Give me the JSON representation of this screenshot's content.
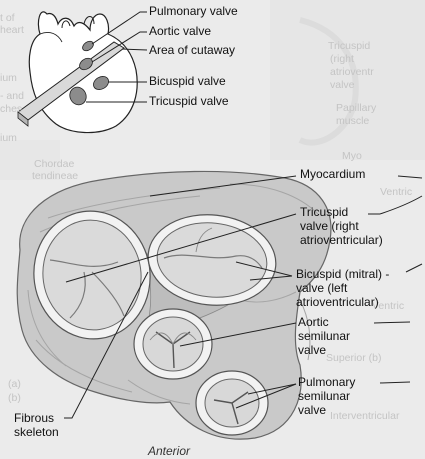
{
  "inset_labels": {
    "pulmonary_valve": "Pulmonary valve",
    "aortic_valve": "Aortic valve",
    "area_of_cutaway": "Area of cutaway",
    "bicuspid_valve": "Bicuspid valve",
    "tricuspid_valve": "Tricuspid valve"
  },
  "main_labels": {
    "myocardium": "Myocardium",
    "tricuspid": [
      "Tricuspid",
      "valve (right",
      "atrioventricular)"
    ],
    "bicuspid": [
      "Bicuspid (mitral) -",
      "valve (left",
      "atrioventricular)"
    ],
    "aortic": [
      "Aortic",
      "semilunar",
      "valve"
    ],
    "pulmonary": [
      "Pulmonary",
      "semilunar",
      "valve"
    ],
    "fibrous": [
      "Fibrous",
      "skeleton"
    ]
  },
  "caption": "Anterior",
  "background_text": {
    "left_lines": [
      "t of",
      "heart",
      "ium",
      "- and",
      "ches",
      "ium",
      "Chordae",
      "tendineae",
      "(a)",
      "(b)"
    ],
    "right_lines": [
      "Tricuspid",
      "(right",
      "atrioventr",
      "valve",
      "Papillary",
      "muscle",
      "Myo",
      "Ventric",
      "Superior (b)",
      "Ventric",
      "Interventricular"
    ]
  },
  "colors": {
    "background": "#ebebeb",
    "tissue": "#c9c9c9",
    "ring": "#f2f2f2",
    "inset_fill": "#ffffff",
    "lines": "#222222"
  }
}
